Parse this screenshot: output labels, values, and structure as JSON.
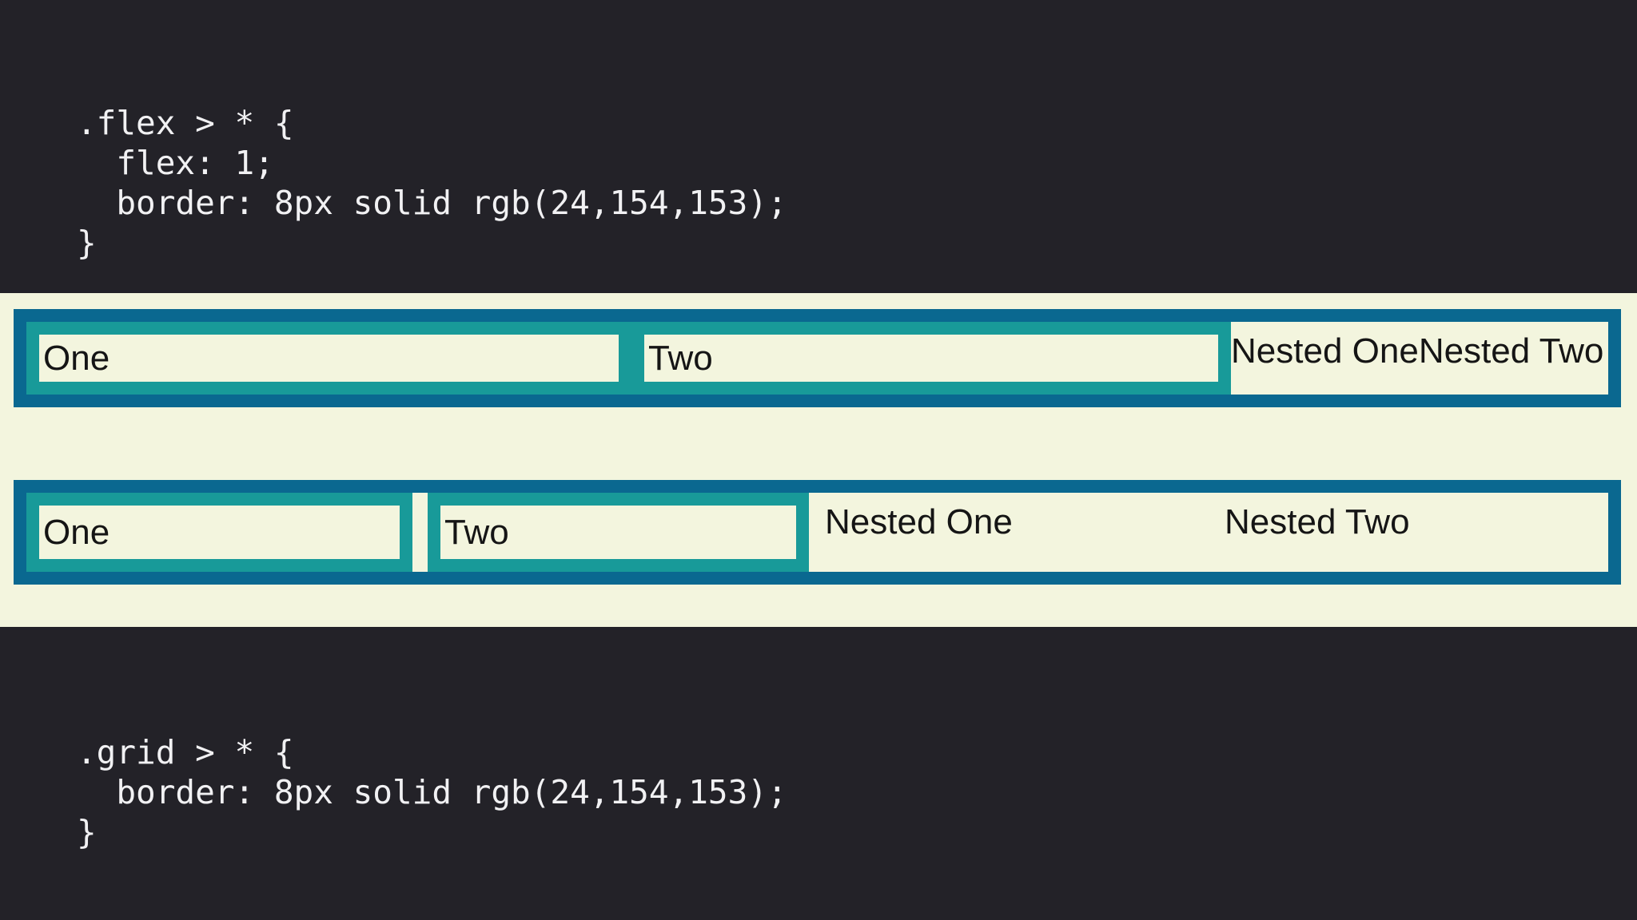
{
  "colors": {
    "page_background": "#232228",
    "panel_background": "#f3f5de",
    "item_border_teal": "#189a99",
    "container_border_blue": "#0a6890",
    "code_text": "#f1f1f3",
    "label_text": "#151515"
  },
  "code_flex": {
    "lines": [
      ".flex > * {",
      "  flex: 1;",
      "  border: 8px solid rgb(24,154,153);",
      "}"
    ]
  },
  "code_grid": {
    "lines": [
      ".grid > * {",
      "  border: 8px solid rgb(24,154,153);",
      "}"
    ]
  },
  "flex_demo": {
    "item_one": "One",
    "item_two": "Two",
    "nested_one": "Nested One",
    "nested_two": "Nested Two"
  },
  "grid_demo": {
    "item_one": "One",
    "item_two": "Two",
    "nested_one": "Nested One",
    "nested_two": "Nested Two"
  }
}
